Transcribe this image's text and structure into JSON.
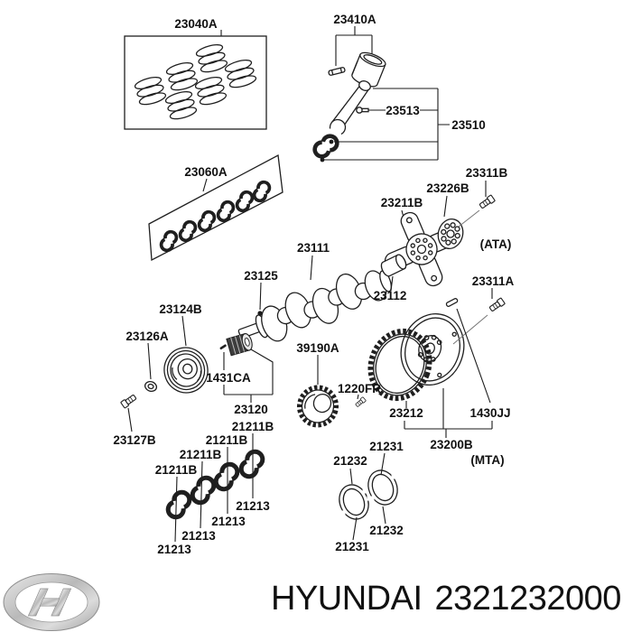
{
  "page": {
    "background": "#ffffff",
    "line_color": "#1a1a1a"
  },
  "footer": {
    "brand": "HYUNDAI",
    "part_number": "2321232000",
    "logo": "hyundai-logo"
  },
  "diagram": {
    "description": "Hyundai engine crankshaft, piston and flywheel exploded parts diagram",
    "labels": {
      "piston_ring_set": "23040A",
      "piston": "23410A",
      "rod_bolt": "23513",
      "connecting_rod": "23510",
      "bolt_ata": "23311B",
      "main_bearing_set": "23060A",
      "adapter_plate": "23226B",
      "drive_plate": "23211B",
      "ata": "(ATA)",
      "crankshaft": "23111",
      "crank_key": "23125",
      "spacer": "23112",
      "bolt_mta": "23311A",
      "pulley": "23124B",
      "washer": "23126A",
      "sprocket": "1431CA",
      "sprocket_group": "23120",
      "crank_gear": "39190A",
      "pulley_bolt": "23127B",
      "gear_bolt": "1220FR",
      "ring_gear": "23212",
      "pilot": "1430JJ",
      "flywheel_group": "23200B",
      "mta": "(MTA)"
    },
    "main_bearings": [
      {
        "upper": "21211B",
        "lower": "21213"
      },
      {
        "upper": "21211B",
        "lower": "21213"
      },
      {
        "upper": "21211B",
        "lower": "21213"
      },
      {
        "upper": "21211B",
        "lower": "21213"
      }
    ],
    "thrust_washers": {
      "top_right": "21231",
      "top_left": "21232",
      "bottom_right": "21232",
      "bottom_left": "21231"
    }
  }
}
